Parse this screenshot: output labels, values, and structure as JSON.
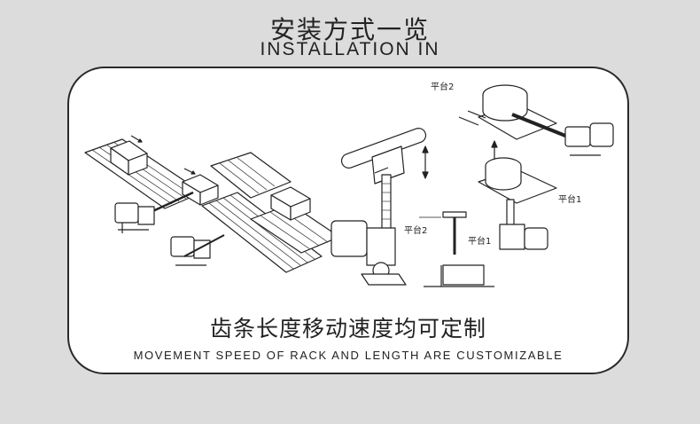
{
  "header": {
    "title_cn": "安装方式一览",
    "title_en": "INSTALLATION IN"
  },
  "illustration": {
    "platform_2_label": "平台2",
    "platform_1_label": "平台1",
    "platform_2_label_b": "平台2",
    "platform_1_label_b": "平台1"
  },
  "caption": {
    "cn": "齿条长度移动速度均可定制",
    "en": "MOVEMENT SPEED OF RACK AND LENGTH ARE CUSTOMIZABLE"
  },
  "colors": {
    "background": "#dcdcdc",
    "panel": "#ffffff",
    "ink": "#222222"
  }
}
